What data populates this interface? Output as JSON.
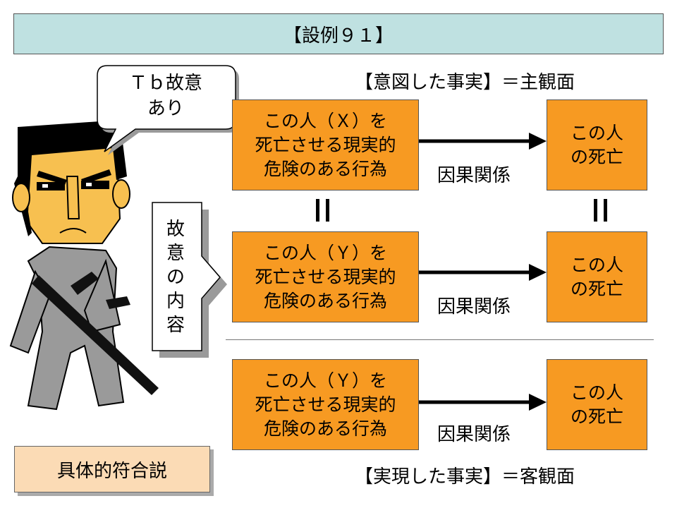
{
  "title": "【設例９１】",
  "intended_heading": "【意図した事実】＝主観面",
  "realized_heading": "【実現した事実】＝客観面",
  "speech_bubble": "Ｔｂ故意\nあり",
  "content_label": [
    "故",
    "意",
    "の",
    "内",
    "容"
  ],
  "rows": [
    {
      "act": "この人（Ｘ）を\n死亡させる現実的\n危険のある行為",
      "causal": "因果関係",
      "result": "この人\nの死亡"
    },
    {
      "act": "この人（Ｙ）を\n死亡させる現実的\n危険のある行為",
      "causal": "因果関係",
      "result": "この人\nの死亡"
    },
    {
      "act": "この人（Ｙ）を\n死亡させる現実的\n危険のある行為",
      "causal": "因果関係",
      "result": "この人\nの死亡"
    }
  ],
  "equals_sign": "॥",
  "theory_label": "具体的符合説",
  "colors": {
    "title_bg": "#bfe1e1",
    "box": "#f79a22",
    "bottom_box": "#fbdbb5",
    "figure_gray": "#9a9a9a",
    "skin": "#f7c050"
  }
}
